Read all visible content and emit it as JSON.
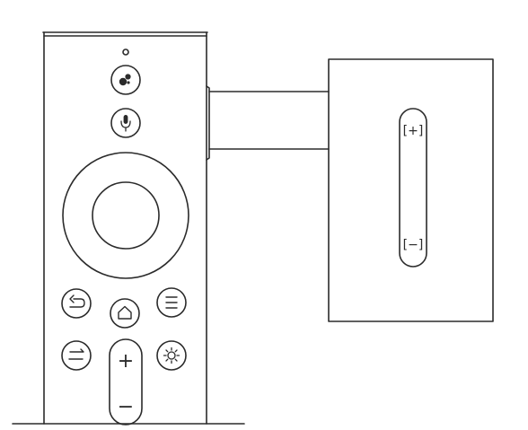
{
  "diagram": {
    "remote": {
      "buttons": [
        {
          "name": "assistant-button",
          "icon": "assistant-icon"
        },
        {
          "name": "microphone-button",
          "icon": "microphone-icon"
        },
        {
          "name": "dpad-ring",
          "icon": "dpad-ring"
        },
        {
          "name": "ok-button",
          "icon": "ok-center"
        },
        {
          "name": "back-button",
          "icon": "back-arrow-icon"
        },
        {
          "name": "home-button",
          "icon": "home-icon"
        },
        {
          "name": "menu-button",
          "icon": "menu-lines-icon"
        },
        {
          "name": "input-button",
          "icon": "input-switch-icon"
        },
        {
          "name": "settings-button",
          "icon": "gear-icon"
        },
        {
          "name": "volume-rocker",
          "icon": "volume-rocker"
        }
      ],
      "volume_up_label": "+",
      "volume_down_label": "−"
    },
    "side_callout": {
      "volume_up_label": "[+]",
      "volume_down_label": "[−]"
    },
    "colors": {
      "stroke": "#2b2b2b",
      "background": "#ffffff"
    }
  }
}
